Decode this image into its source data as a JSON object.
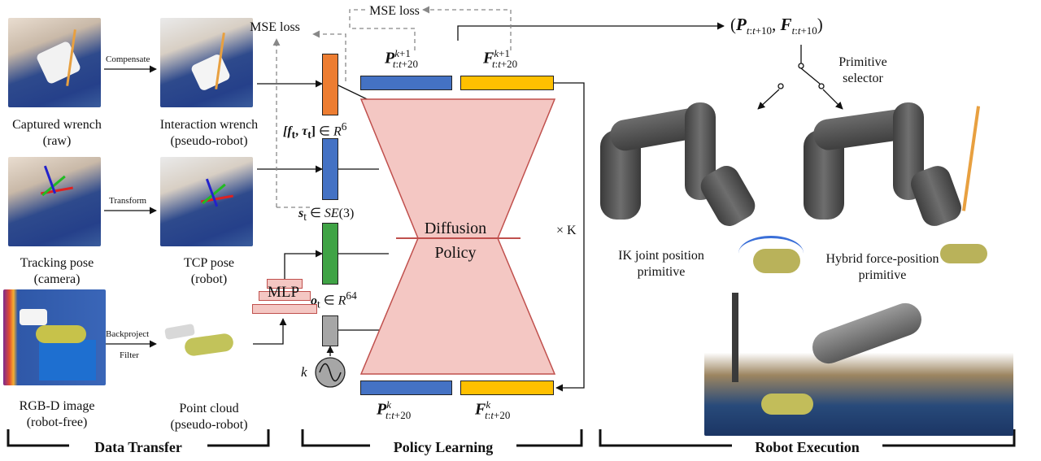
{
  "data_transfer": {
    "section_title": "Data Transfer",
    "captured_wrench": {
      "line1": "Captured wrench",
      "line2": "(raw)"
    },
    "interaction_wrench": {
      "line1": "Interaction wrench",
      "line2": "(pseudo-robot)"
    },
    "tracking_pose": {
      "line1": "Tracking pose",
      "line2": "(camera)"
    },
    "tcp_pose": {
      "line1": "TCP pose",
      "line2": "(robot)"
    },
    "rgbd_image": {
      "line1": "RGB-D image",
      "line2": "(robot-free)"
    },
    "point_cloud": {
      "line1": "Point cloud",
      "line2": "(pseudo-robot)"
    },
    "arrow_compensate": "Compensate",
    "arrow_transform": "Transform",
    "arrow_backproject": "Backproject",
    "arrow_filter": "Filter"
  },
  "policy_learning": {
    "section_title": "Policy Learning",
    "mse_loss_left": "MSE loss",
    "mse_loss_right": "MSE loss",
    "wrench_symbol": "[f_t, τ_t] ∈ R^6",
    "state_symbol": "s_t ∈ SE(3)",
    "obs_symbol": "o_t ∈ R^64",
    "mlp_label": "MLP",
    "k_label": "k",
    "diffusion_line1": "Diffusion",
    "diffusion_line2": "Policy",
    "times_k": "× K",
    "p_out": "P^{k+1}_{t:t+20}",
    "f_out": "F^{k+1}_{t:t+20}",
    "p_in": "P^{k}_{t:t+20}",
    "f_in": "F^{k}_{t:t+20}"
  },
  "robot_execution": {
    "section_title": "Robot Execution",
    "output_tuple": "(P_{t:t+10}, F_{t:t+10})",
    "selector_line1": "Primitive",
    "selector_line2": "selector",
    "ik_line1": "IK joint position",
    "ik_line2": "primitive",
    "hybrid_line1": "Hybrid force-position",
    "hybrid_line2": "primitive"
  },
  "colors": {
    "orange": "#ED7D31",
    "blue": "#4472C4",
    "green": "#3FA345",
    "gray": "#A6A6A6",
    "yellow": "#FFC000",
    "diffusion_fill": "#F4C7C3",
    "diffusion_stroke": "#C0504D",
    "mlp_fill": "#F4C7C3"
  }
}
